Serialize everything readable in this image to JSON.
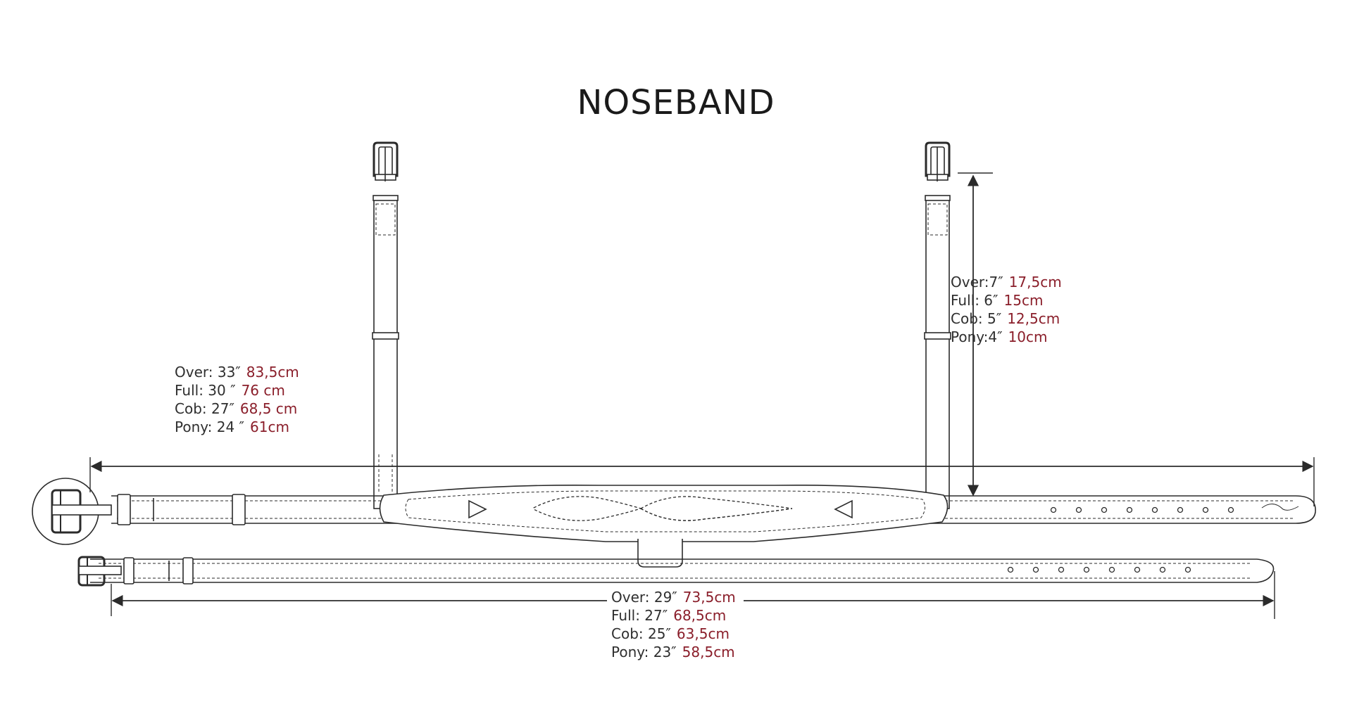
{
  "title": "NOSEBAND",
  "colors": {
    "line": "#2b2b2b",
    "metric": "#8a1e2a",
    "text": "#333333"
  },
  "measurements": {
    "crown_length": [
      {
        "imperial": "Over: 33″",
        "metric": "83,5cm"
      },
      {
        "imperial": "Full: 30 ″",
        "metric": "76 cm"
      },
      {
        "imperial": "Cob: 27″",
        "metric": "68,5 cm"
      },
      {
        "imperial": "Pony: 24 ″",
        "metric": "61cm"
      }
    ],
    "cheek_length": [
      {
        "imperial": "Over:7″",
        "metric": "17,5cm"
      },
      {
        "imperial": "Full: 6″",
        "metric": "15cm"
      },
      {
        "imperial": "Cob: 5″",
        "metric": "12,5cm"
      },
      {
        "imperial": "Pony:4″",
        "metric": "10cm"
      }
    ],
    "flash_length": [
      {
        "imperial": "Over: 29″",
        "metric": "73,5cm"
      },
      {
        "imperial": "Full: 27″",
        "metric": "68,5cm"
      },
      {
        "imperial": "Cob: 25″",
        "metric": "63,5cm"
      },
      {
        "imperial": "Pony: 23″",
        "metric": "58,5cm"
      }
    ]
  }
}
